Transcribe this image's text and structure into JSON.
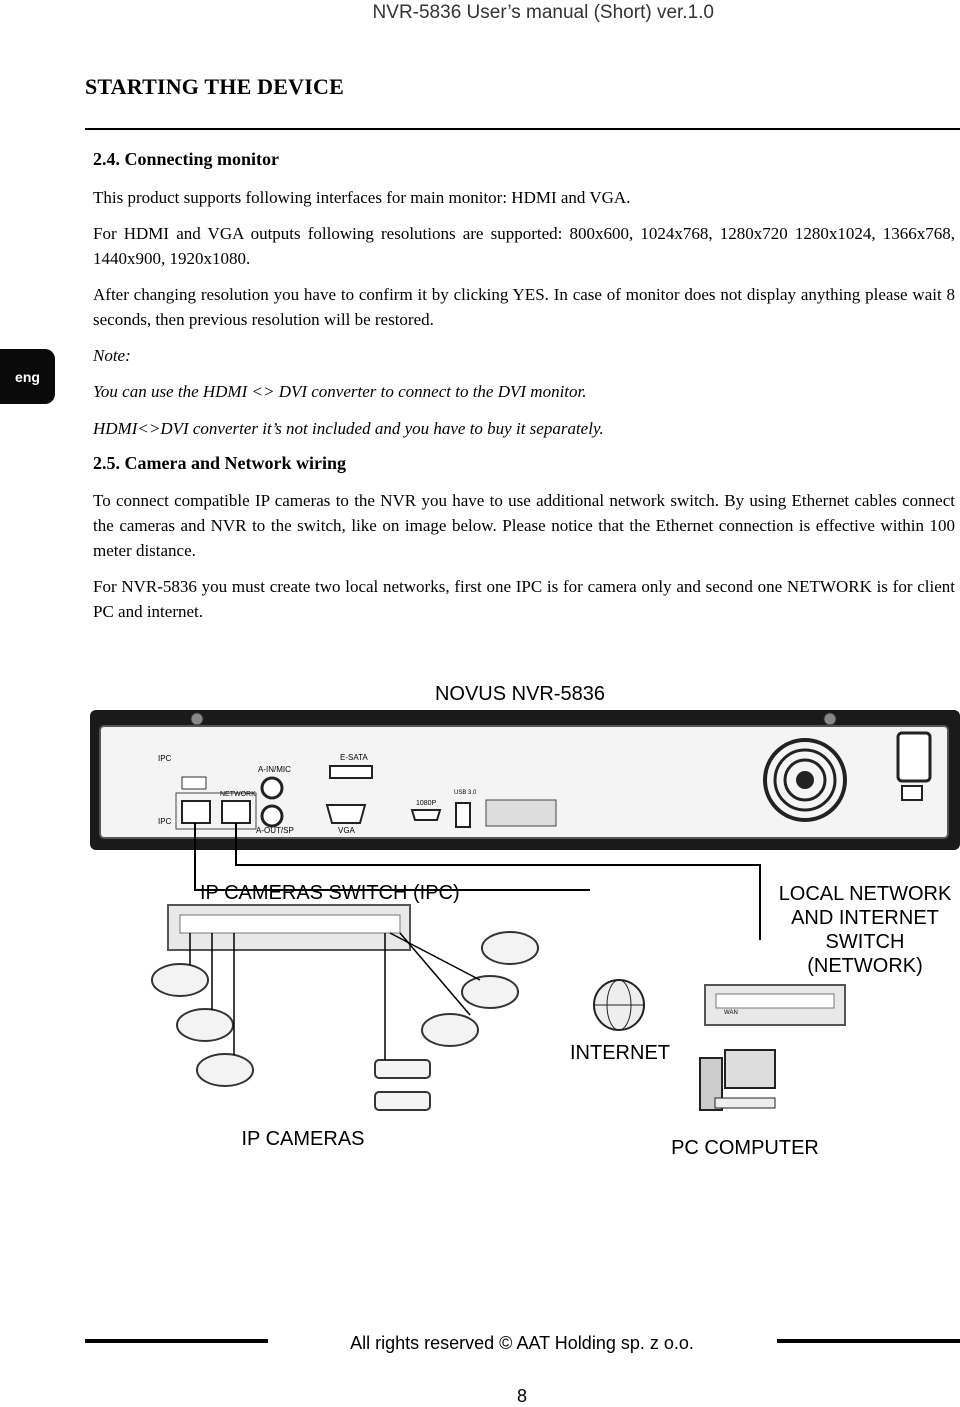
{
  "header": {
    "title": "NVR-5836 User’s manual (Short) ver.1.0"
  },
  "chapter": {
    "title": "STARTING THE DEVICE"
  },
  "side_tab": {
    "label": "eng"
  },
  "section_monitor": {
    "heading": "2.4. Connecting monitor",
    "p1": "This product supports following interfaces for main monitor: HDMI and VGA.",
    "p2": "For HDMI and VGA outputs following resolutions are supported: 800x600, 1024x768, 1280x720 1280x1024, 1366x768, 1440x900, 1920x1080.",
    "p3": "After changing resolution you have to confirm it by clicking YES. In case of monitor does not display anything please wait 8 seconds, then previous resolution will be restored.",
    "note_label": "Note:",
    "note1": "You can use the HDMI <> DVI converter to connect to the DVI monitor.",
    "note2": "HDMI<>DVI converter it’s not included and you have to buy it separately."
  },
  "section_wiring": {
    "heading": "2.5. Camera and Network wiring",
    "p1": "To connect compatible IP cameras to the NVR you have to use additional network switch. By using Ethernet cables connect the cameras and NVR to the switch, like on image below. Please notice that the Ethernet connection is effective within 100 meter distance.",
    "p2": "For NVR-5836 you must create two local networks, first one IPC is for camera only and second one NETWORK is for client PC and internet."
  },
  "diagram": {
    "device_title": "NOVUS NVR-5836",
    "ports": {
      "ipc_top": "IPC",
      "ipc_bottom": "IPC",
      "network": "NETWORK",
      "ain_mic": "A-IN/MIC",
      "aout_sp": "A-OUT/SP",
      "esata": "E-SATA",
      "vga": "VGA",
      "hdmi": "1080P",
      "usb": "USB 3.0"
    },
    "ipc_switch_label": "IP CAMERAS SWITCH (IPC)",
    "network_switch_label_1": "LOCAL NETWORK",
    "network_switch_label_2": "AND INTERNET",
    "network_switch_label_3": "SWITCH",
    "network_switch_label_4": "(NETWORK)",
    "wan_label": "WAN",
    "internet_label": "INTERNET",
    "cameras_label": "IP CAMERAS",
    "pc_label": "PC COMPUTER"
  },
  "footer": {
    "rights": "All rights reserved © AAT Holding sp. z o.o.",
    "page": "8"
  }
}
